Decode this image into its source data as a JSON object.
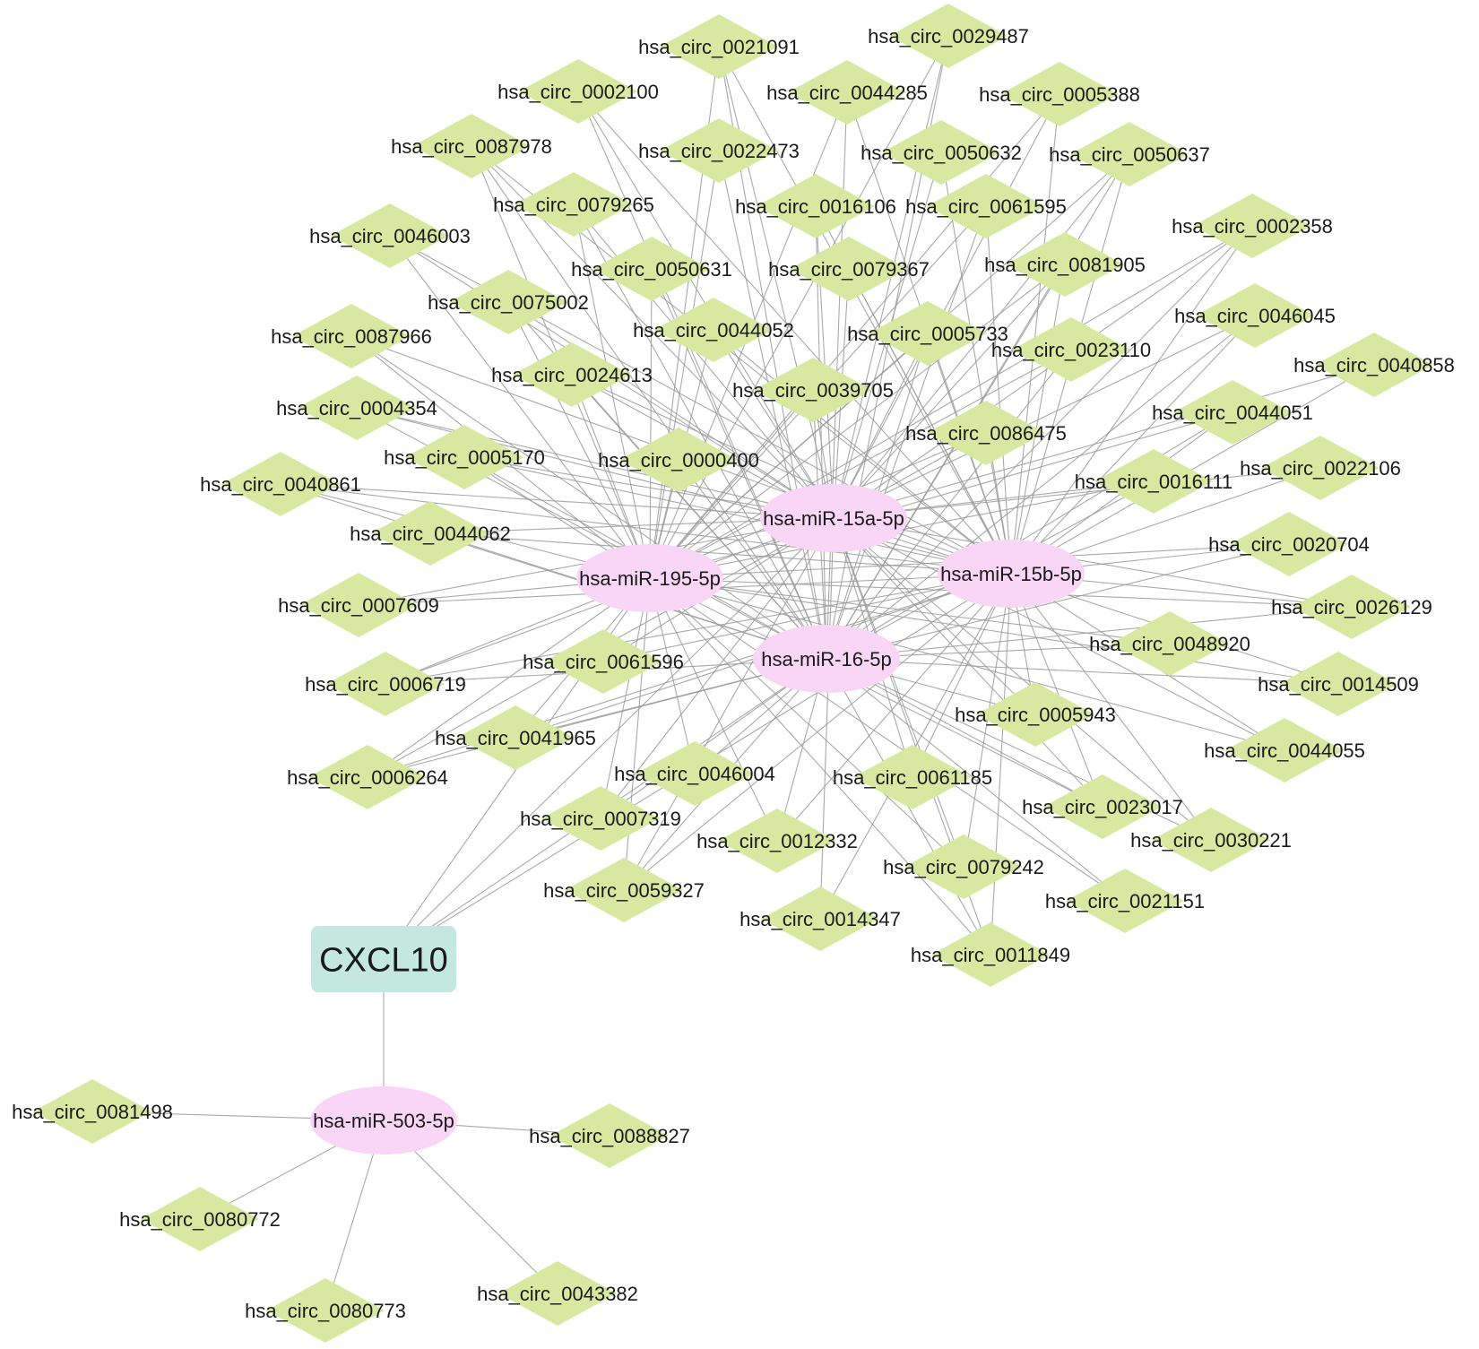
{
  "colors": {
    "circ_fill": "#d9e8a0",
    "mirna_fill": "#f9d6f6",
    "gene_fill": "#c4e8df",
    "edge": "#9a9a9a",
    "text": "#1a1a1a"
  },
  "gene": {
    "id": "CXCL10",
    "label": "CXCL10"
  },
  "mirnas": [
    {
      "id": "m15a",
      "label": "hsa-miR-15a-5p"
    },
    {
      "id": "m195",
      "label": "hsa-miR-195-5p"
    },
    {
      "id": "m15b",
      "label": "hsa-miR-15b-5p"
    },
    {
      "id": "m16",
      "label": "hsa-miR-16-5p"
    },
    {
      "id": "m503",
      "label": "hsa-miR-503-5p"
    }
  ],
  "circrnas_cluster": [
    "hsa_circ_0021091",
    "hsa_circ_0029487",
    "hsa_circ_0002100",
    "hsa_circ_0044285",
    "hsa_circ_0005388",
    "hsa_circ_0087978",
    "hsa_circ_0022473",
    "hsa_circ_0050632",
    "hsa_circ_0050637",
    "hsa_circ_0079265",
    "hsa_circ_0016106",
    "hsa_circ_0061595",
    "hsa_circ_0046003",
    "hsa_circ_0002358",
    "hsa_circ_0050631",
    "hsa_circ_0079367",
    "hsa_circ_0081905",
    "hsa_circ_0075002",
    "hsa_circ_0046045",
    "hsa_circ_0087966",
    "hsa_circ_0044052",
    "hsa_circ_0005733",
    "hsa_circ_0023110",
    "hsa_circ_0040858",
    "hsa_circ_0024613",
    "hsa_circ_0039705",
    "hsa_circ_0004354",
    "hsa_circ_0044051",
    "hsa_circ_0086475",
    "hsa_circ_0005170",
    "hsa_circ_0000400",
    "hsa_circ_0022106",
    "hsa_circ_0040861",
    "hsa_circ_0016111",
    "hsa_circ_0044062",
    "hsa_circ_0020704",
    "hsa_circ_0007609",
    "hsa_circ_0026129",
    "hsa_circ_0048920",
    "hsa_circ_0061596",
    "hsa_circ_0006719",
    "hsa_circ_0014509",
    "hsa_circ_0005943",
    "hsa_circ_0041965",
    "hsa_circ_0044055",
    "hsa_circ_0006264",
    "hsa_circ_0046004",
    "hsa_circ_0061185",
    "hsa_circ_0023017",
    "hsa_circ_0007319",
    "hsa_circ_0030221",
    "hsa_circ_0012332",
    "hsa_circ_0079242",
    "hsa_circ_0059327",
    "hsa_circ_0021151",
    "hsa_circ_0014347",
    "hsa_circ_0011849"
  ],
  "circrnas_503": [
    "hsa_circ_0081498",
    "hsa_circ_0088827",
    "hsa_circ_0080772",
    "hsa_circ_0043382",
    "hsa_circ_0080773"
  ]
}
